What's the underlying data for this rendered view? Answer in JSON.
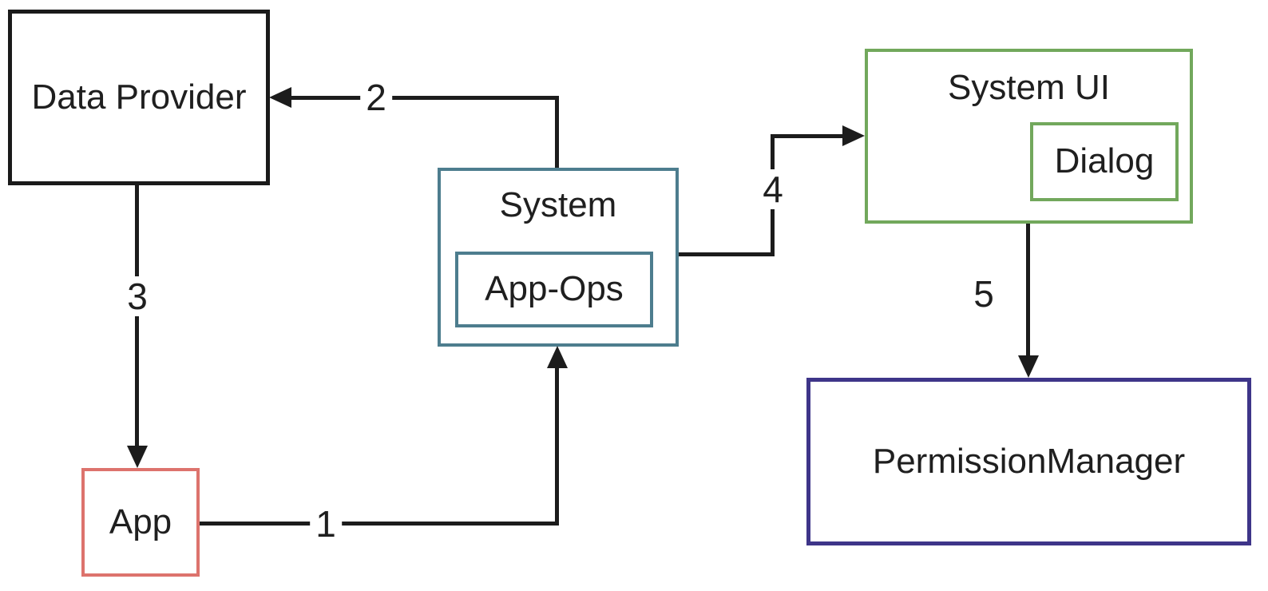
{
  "diagram": {
    "background_color": "#ffffff",
    "line_color": "#1c1c1c",
    "text_color": "#1f1f1f",
    "nodes": {
      "data_provider": {
        "label": "Data Provider",
        "border_color": "#1a1a1a"
      },
      "app": {
        "label": "App",
        "border_color": "#dd736d"
      },
      "system": {
        "label": "System",
        "border_color": "#4d7d8e"
      },
      "app_ops": {
        "label": "App-Ops",
        "border_color": "#4d7d8e"
      },
      "system_ui": {
        "label": "System UI",
        "border_color": "#72a85c"
      },
      "dialog": {
        "label": "Dialog",
        "border_color": "#72a85c"
      },
      "permission_manager": {
        "label": "PermissionManager",
        "border_color": "#3e3589"
      }
    },
    "edges": [
      {
        "label": "1",
        "from": "App",
        "to": "System"
      },
      {
        "label": "2",
        "from": "System",
        "to": "Data Provider"
      },
      {
        "label": "3",
        "from": "Data Provider",
        "to": "App"
      },
      {
        "label": "4",
        "from": "System",
        "to": "System UI"
      },
      {
        "label": "5",
        "from": "System UI",
        "to": "PermissionManager"
      }
    ]
  }
}
